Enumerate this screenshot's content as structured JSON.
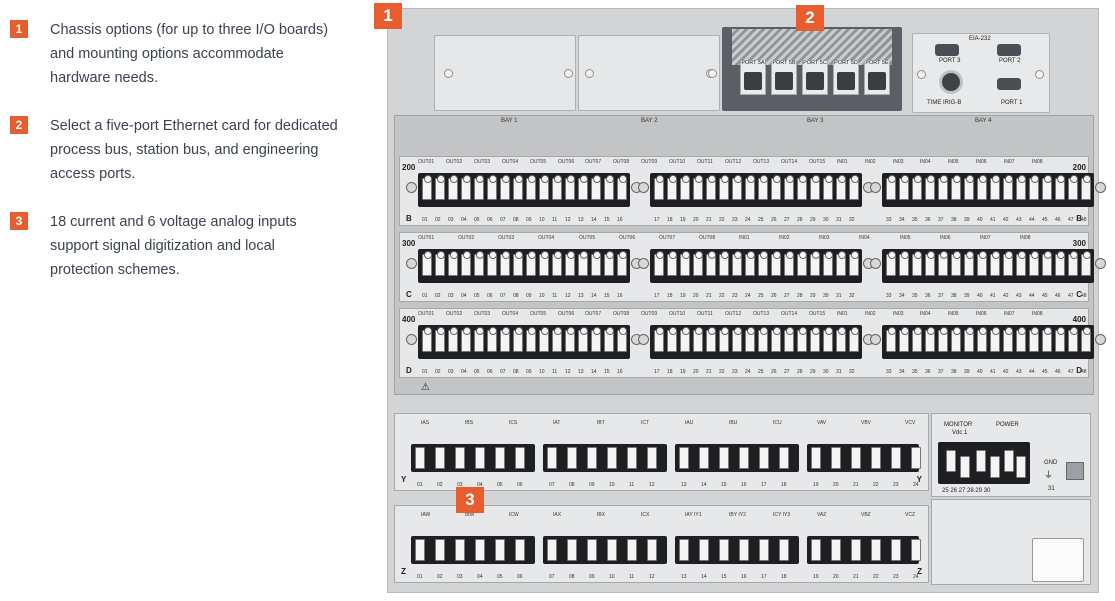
{
  "legend": [
    {
      "num": "1",
      "text": "Chassis options (for up to three I/O boards) and mounting options accommodate hardware needs."
    },
    {
      "num": "2",
      "text": "Select a five-port Ethernet card for dedicated process bus, station bus, and engineering access ports."
    },
    {
      "num": "3",
      "text": "18 current and 6 voltage analog inputs support signal digitization and local protection schemes."
    }
  ],
  "callouts": {
    "c1": "1",
    "c2": "2",
    "c3": "3"
  },
  "ethernet_ports": [
    "PORT 5A",
    "PORT 5B",
    "PORT 5C",
    "PORT 5D",
    "PORT 5E"
  ],
  "eia": {
    "title": "EIA-232",
    "port3": "PORT 3",
    "port2": "PORT 2",
    "port1": "PORT 1",
    "time": "TIME IRIG-B"
  },
  "bays": [
    "BAY 1",
    "BAY 2",
    "BAY 3",
    "BAY 4"
  ],
  "io_rows": [
    {
      "number": "200",
      "letter": "B"
    },
    {
      "number": "300",
      "letter": "C"
    },
    {
      "number": "400",
      "letter": "D"
    }
  ],
  "terminal_numbers": [
    "01",
    "02",
    "03",
    "04",
    "05",
    "06",
    "07",
    "08",
    "09",
    "10",
    "11",
    "12",
    "13",
    "14",
    "15",
    "16",
    "17",
    "18",
    "19",
    "20",
    "21",
    "22",
    "23",
    "24",
    "25",
    "26",
    "27",
    "28",
    "29",
    "30",
    "31",
    "32",
    "33",
    "34",
    "35",
    "36",
    "37",
    "38",
    "39",
    "40",
    "41",
    "42",
    "43",
    "44",
    "45",
    "46",
    "47",
    "48"
  ],
  "row200_headers": [
    "OUT01",
    "OUT02",
    "OUT03",
    "OUT04",
    "OUT05",
    "OUT06",
    "OUT07",
    "OUT08",
    "OUT09",
    "OUT10",
    "OUT11",
    "OUT12",
    "OUT13",
    "OUT14",
    "OUT15",
    "IN01",
    "IN02",
    "IN03",
    "IN04",
    "IN05",
    "IN06",
    "IN07",
    "IN08"
  ],
  "row300_headers": [
    "OUT01",
    "OUT02",
    "OUT03",
    "OUT04",
    "OUT05",
    "OUT06",
    "OUT07",
    "OUT08",
    "IN01",
    "IN02",
    "IN03",
    "IN04",
    "IN05",
    "IN06",
    "IN07",
    "IN08"
  ],
  "row400_headers": [
    "OUT01",
    "OUT02",
    "OUT03",
    "OUT04",
    "OUT05",
    "OUT06",
    "OUT07",
    "OUT08",
    "OUT09",
    "OUT10",
    "OUT11",
    "OUT12",
    "OUT13",
    "OUT14",
    "OUT15",
    "IN01",
    "IN02",
    "IN03",
    "IN04",
    "IN05",
    "IN06",
    "IN07",
    "IN08"
  ],
  "analog_y": {
    "letter": "Y",
    "labels": [
      "IAS",
      "IBS",
      "ICS",
      "IAT",
      "IBT",
      "ICT",
      "IAU",
      "IBU",
      "ICU",
      "VAV",
      "VBV",
      "VCV"
    ],
    "numbers": [
      "01",
      "02",
      "03",
      "04",
      "05",
      "06",
      "07",
      "08",
      "09",
      "10",
      "11",
      "12",
      "13",
      "14",
      "15",
      "16",
      "17",
      "18",
      "19",
      "20",
      "21",
      "22",
      "23",
      "24"
    ]
  },
  "analog_z": {
    "letter": "Z",
    "labels": [
      "IAW",
      "IBW",
      "ICW",
      "IAX",
      "IBX",
      "ICX",
      "IAY IY1",
      "IBY IY2",
      "ICY IY3",
      "VAZ",
      "VBZ",
      "VCZ"
    ],
    "numbers": [
      "01",
      "02",
      "03",
      "04",
      "05",
      "06",
      "07",
      "08",
      "09",
      "10",
      "11",
      "12",
      "13",
      "14",
      "15",
      "16",
      "17",
      "18",
      "19",
      "20",
      "21",
      "22",
      "23",
      "24"
    ]
  },
  "monitor": {
    "title": "MONITOR",
    "sub": "Vdc 1",
    "power": "POWER",
    "numbers": [
      "25",
      "26",
      "27",
      "28",
      "29",
      "30"
    ],
    "gnd": "GND",
    "gnd_num": "31"
  },
  "colors": {
    "accent": "#e85d2e",
    "text": "#3a4250"
  }
}
